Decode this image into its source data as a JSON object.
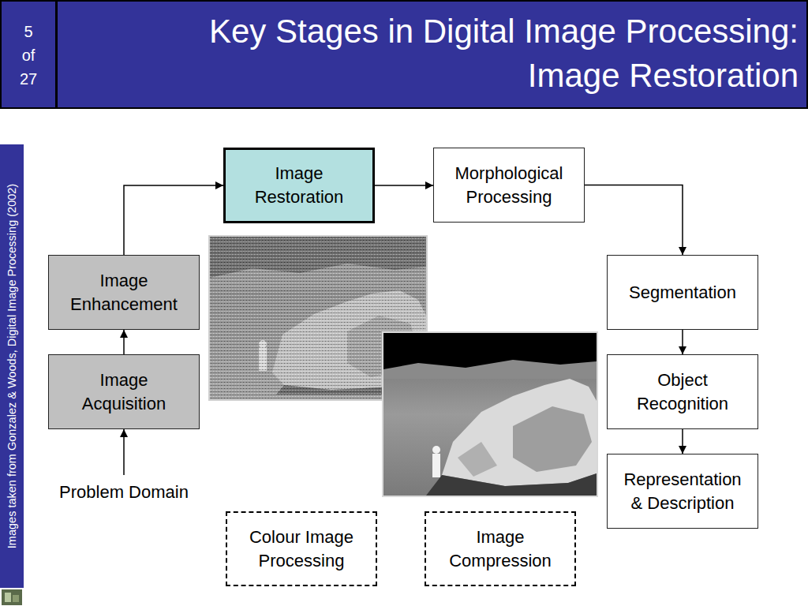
{
  "diagram": {
    "title": "Key Stages in Digital Image Processing: Image Restoration",
    "nodes": [
      {
        "text": [
          "Image Restoration"
        ]
      },
      {
        "text": [
          "Morphological Processing"
        ]
      },
      {
        "text": [
          "Image Enhancement"
        ]
      },
      {
        "text": [
          "Segmentation"
        ]
      },
      {
        "text": [
          "Image Acquisition"
        ]
      },
      {
        "text": [
          "Object Recognition"
        ]
      },
      {
        "text": [
          "Representation & Description"
        ]
      },
      {
        "text": [
          "Problem Domain"
        ]
      },
      {
        "text": [
          "Colour Image Processing"
        ]
      },
      {
        "text": [
          "Image Compression"
        ]
      }
    ],
    "edges": [
      {
        "from": 7,
        "to": 4,
        "arrow": "to"
      },
      {
        "from": 4,
        "to": 2,
        "arrow": "to"
      },
      {
        "from": 2,
        "to": 0,
        "arrow": "to"
      },
      {
        "from": 0,
        "to": 1,
        "arrow": "to"
      },
      {
        "from": 1,
        "to": 3,
        "arrow": "to"
      },
      {
        "from": 3,
        "to": 5,
        "arrow": "to"
      },
      {
        "from": 5,
        "to": 6,
        "arrow": "to"
      }
    ],
    "labels": [
      "5 of 27",
      "Images taken from Gonzalez & Woods, Digital Image Processing (2002)"
    ]
  }
}
